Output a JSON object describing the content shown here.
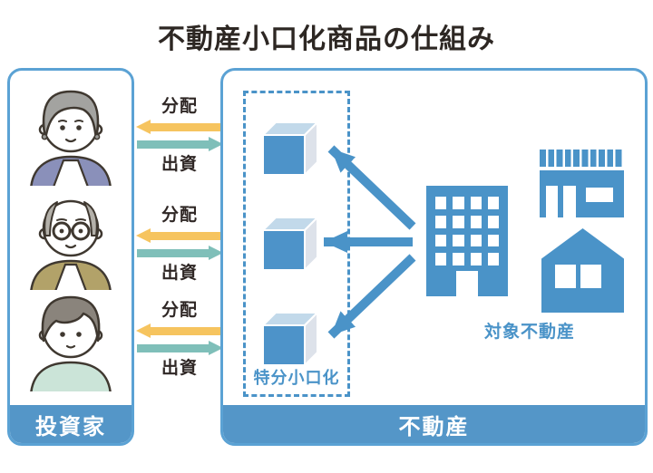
{
  "title": "不動産小口化商品の仕組み",
  "investors_panel": {
    "label": "投資家",
    "people": [
      {
        "icon": "elderly-woman-avatar"
      },
      {
        "icon": "elderly-man-avatar"
      },
      {
        "icon": "young-man-avatar"
      }
    ]
  },
  "flows": [
    {
      "distribute": "分配",
      "invest": "出資"
    },
    {
      "distribute": "分配",
      "invest": "出資"
    },
    {
      "distribute": "分配",
      "invest": "出資"
    }
  ],
  "property_panel": {
    "label": "不動産",
    "fraction_box": {
      "label": "特分小口化",
      "cube_count": 3
    },
    "target_property_label": "対象不動産",
    "icons": [
      "cube-icon",
      "office-building-icon",
      "shop-icon",
      "house-icon"
    ]
  },
  "colors": {
    "primary_blue": "#4a93c8",
    "panel_border_blue": "#5ba2d4",
    "footer_blue": "#5496c8",
    "distribute_yellow": "#f6c45f",
    "invest_teal": "#7fbfb9",
    "cube_front": "#4d93c9",
    "cube_top": "#c2d9ea",
    "cube_side": "#dde2ea",
    "title_text": "#2d2723"
  }
}
